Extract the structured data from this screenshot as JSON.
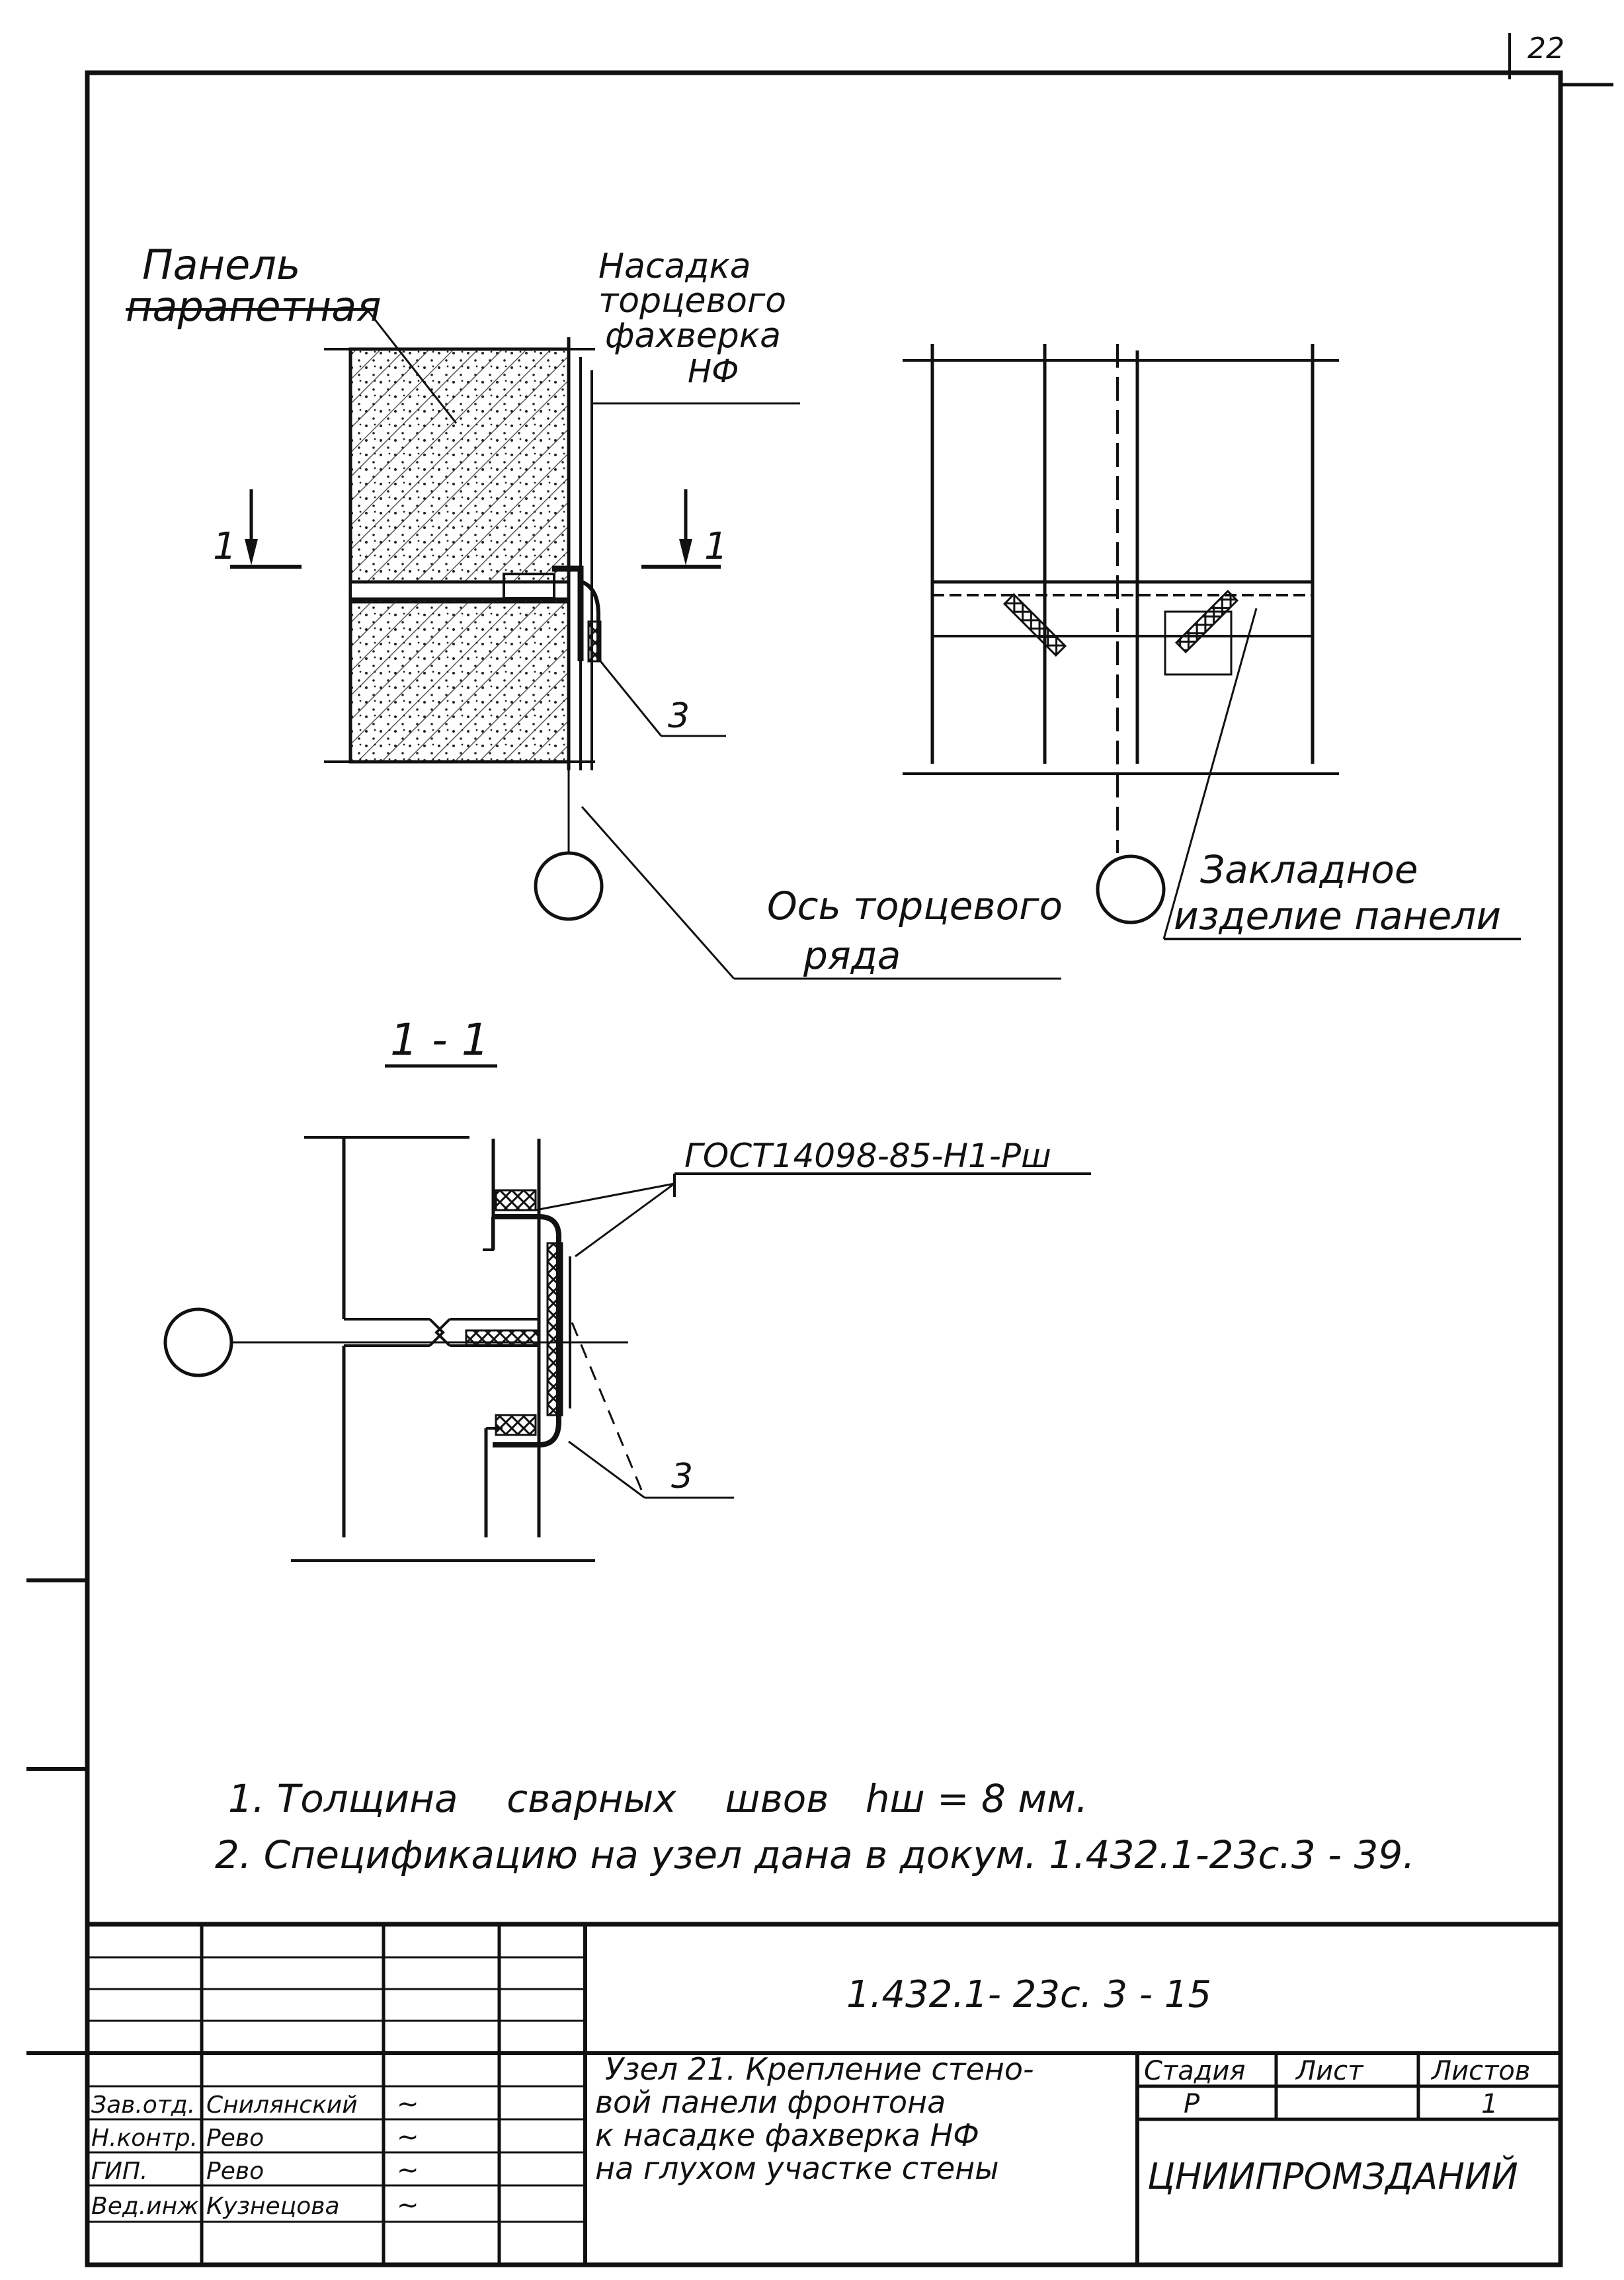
{
  "sheet": {
    "number": "22"
  },
  "upper_left": {
    "panel_label": [
      "Панель",
      "парапетная"
    ],
    "nozzle_label": [
      "Насадка",
      "торцевого",
      "фахверка",
      "НФ"
    ],
    "section_mark_left": "1",
    "section_mark_right": "1",
    "callout_3": "3",
    "axis_label": [
      "Ось торцевого",
      "ряда"
    ]
  },
  "upper_right": {
    "embed_label": [
      "Закладное",
      "изделие панели"
    ]
  },
  "section_1_1": {
    "title": "1 - 1",
    "gost_label": "ГОСТ14098-85-Н1-Рш",
    "callout_3": "3"
  },
  "notes": [
    "1. Толщина    сварных    швов   hш = 8 мм.",
    "2. Спецификацию на узел дана в докум. 1.432.1-23с.3 - 39."
  ],
  "title_block": {
    "code": "1.432.1- 23с. 3 - 15",
    "description": [
      "Узел 21. Крепление стено-",
      "вой панели фронтона",
      "к насадке фахверка НФ",
      "на глухом участке стены"
    ],
    "stage_header": "Стадия",
    "sheet_header": "Лист",
    "sheets_header": "Листов",
    "stage": "Р",
    "sheet": "",
    "sheets": "1",
    "organization": "ЦНИИПРОМЗДАНИЙ",
    "signatures": [
      {
        "role": "Зав.отд.",
        "name": "Снилянский",
        "sign": "~"
      },
      {
        "role": "Н.контр.",
        "name": "Рево",
        "sign": "~"
      },
      {
        "role": "ГИП.",
        "name": "Рево",
        "sign": "~"
      },
      {
        "role": "Вед.инж.",
        "name": "Кузнецова",
        "sign": "~"
      }
    ]
  }
}
